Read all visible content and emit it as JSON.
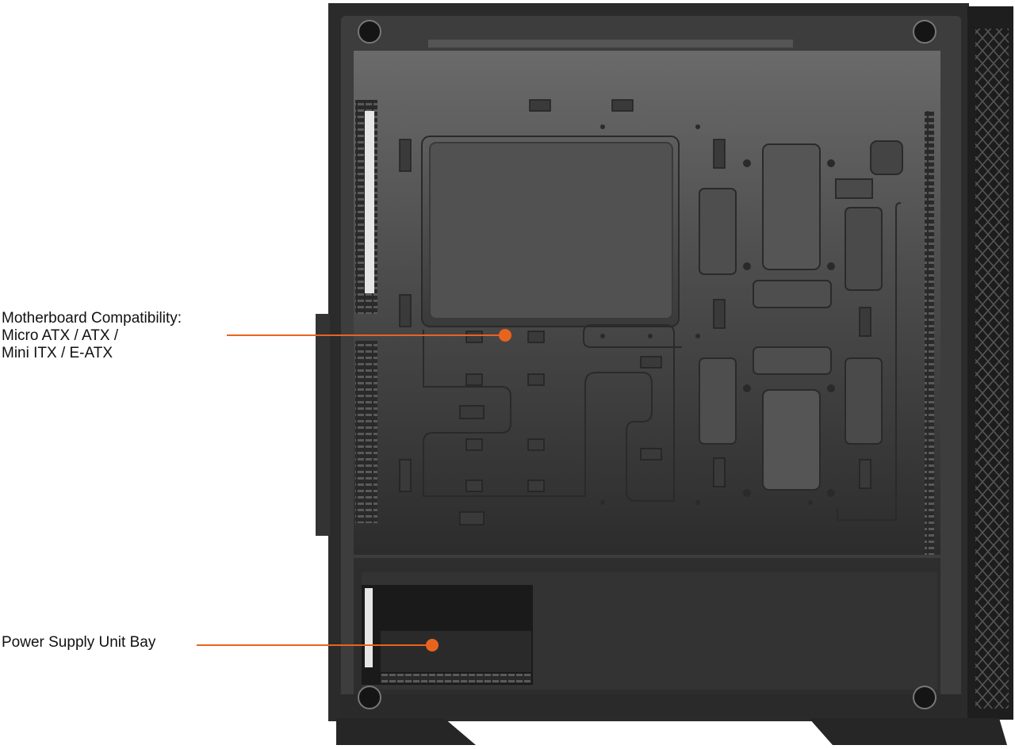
{
  "annotations": {
    "motherboard": {
      "lines": [
        "Motherboard Compatibility:",
        "Micro ATX / ATX /",
        "Mini ITX / E-ATX"
      ]
    },
    "psu": {
      "text": "Power Supply Unit Bay"
    }
  },
  "colors": {
    "callout": "#e8641e",
    "case_frame": "#2b2b2b",
    "case_panel": "#3a3a3a",
    "text": "#111111",
    "background": "#ffffff"
  },
  "icons": {
    "callout_marker": "orange-dot-icon",
    "screws": "thumbscrew-icon",
    "mesh": "honeycomb-mesh-icon"
  }
}
